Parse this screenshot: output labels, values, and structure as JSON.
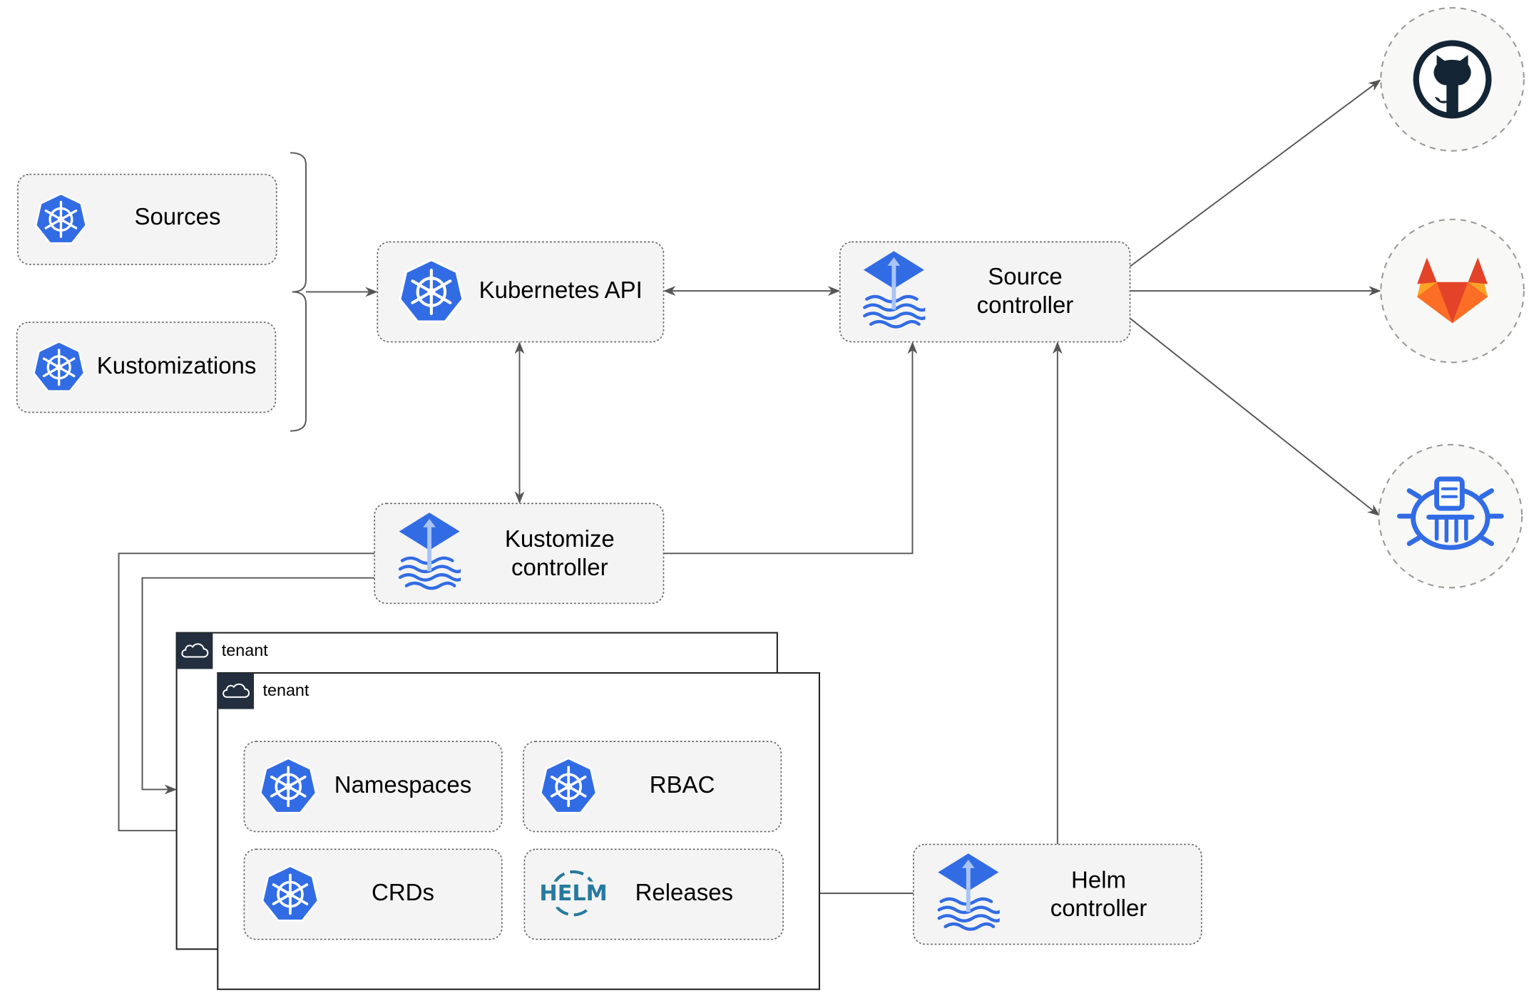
{
  "nodes": {
    "sources": "Sources",
    "kustomizations": "Kustomizations",
    "kubernetes_api": "Kubernetes API",
    "source_controller": [
      "Source",
      "controller"
    ],
    "kustomize_controller": [
      "Kustomize",
      "controller"
    ],
    "helm_controller": [
      "Helm",
      "controller"
    ],
    "namespaces": "Namespaces",
    "rbac": "RBAC",
    "crds": "CRDs",
    "releases": "Releases"
  },
  "tenants": [
    "tenant",
    "tenant"
  ],
  "helm_logo_text": "HELM",
  "external_sources": [
    "github-icon",
    "gitlab-icon",
    "helm-repository-icon"
  ],
  "colors": {
    "kubernetes_blue": "#326ce5",
    "flux_blue": "#326ce5",
    "github_dark": "#132435",
    "gitlab_orange": "#e24329",
    "gitlab_light": "#fca326",
    "helm_blue": "#277a9f"
  }
}
